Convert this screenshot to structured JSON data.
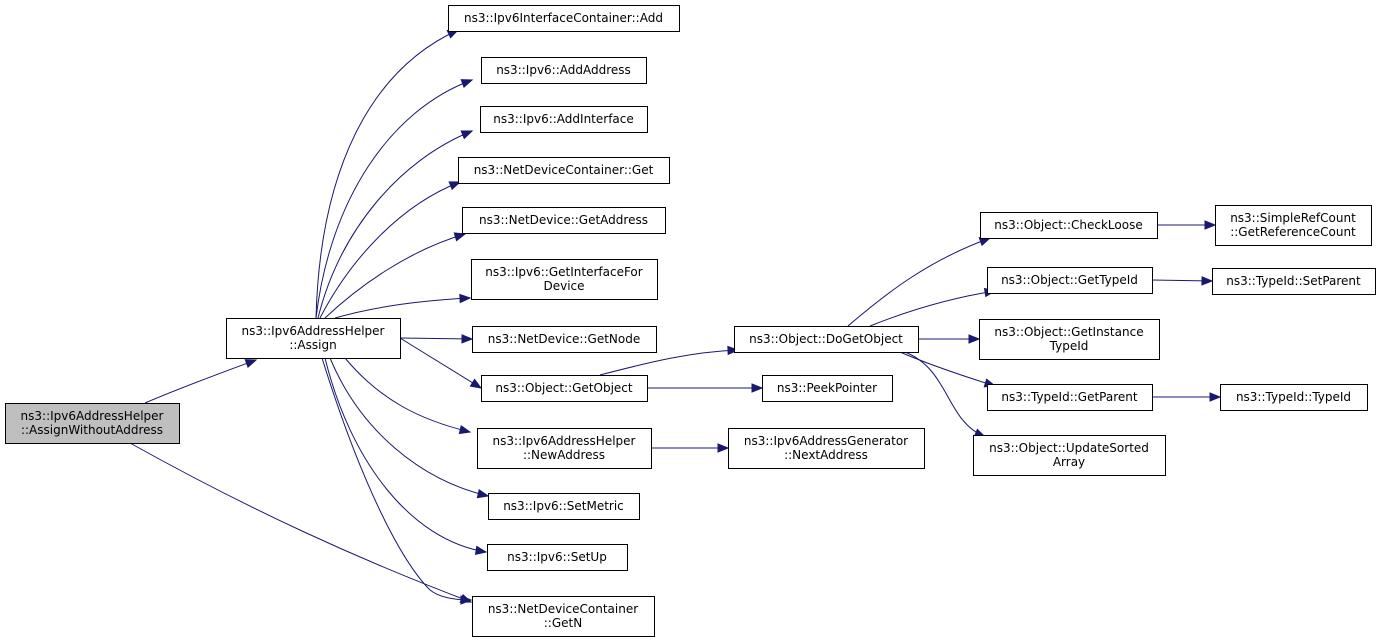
{
  "nodes": {
    "assign_without_address": [
      "ns3::Ipv6AddressHelper",
      "::AssignWithoutAddress"
    ],
    "assign": [
      "ns3::Ipv6AddressHelper",
      "::Assign"
    ],
    "ipv6_interface_container_add": [
      "ns3::Ipv6InterfaceContainer::Add"
    ],
    "ipv6_add_address": [
      "ns3::Ipv6::AddAddress"
    ],
    "ipv6_add_interface": [
      "ns3::Ipv6::AddInterface"
    ],
    "net_device_container_get": [
      "ns3::NetDeviceContainer::Get"
    ],
    "net_device_get_address": [
      "ns3::NetDevice::GetAddress"
    ],
    "ipv6_get_interface_for_device": [
      "ns3::Ipv6::GetInterfaceFor",
      "Device"
    ],
    "net_device_get_node": [
      "ns3::NetDevice::GetNode"
    ],
    "object_get_object": [
      "ns3::Object::GetObject"
    ],
    "ipv6_address_helper_new_address": [
      "ns3::Ipv6AddressHelper",
      "::NewAddress"
    ],
    "ipv6_set_metric": [
      "ns3::Ipv6::SetMetric"
    ],
    "ipv6_set_up": [
      "ns3::Ipv6::SetUp"
    ],
    "net_device_container_get_n": [
      "ns3::NetDeviceContainer",
      "::GetN"
    ],
    "object_do_get_object": [
      "ns3::Object::DoGetObject"
    ],
    "peek_pointer": [
      "ns3::PeekPointer"
    ],
    "ipv6_address_generator_next_address": [
      "ns3::Ipv6AddressGenerator",
      "::NextAddress"
    ],
    "object_check_loose": [
      "ns3::Object::CheckLoose"
    ],
    "object_get_type_id": [
      "ns3::Object::GetTypeId"
    ],
    "object_get_instance_type_id": [
      "ns3::Object::GetInstance",
      "TypeId"
    ],
    "type_id_get_parent": [
      "ns3::TypeId::GetParent"
    ],
    "object_update_sorted_array": [
      "ns3::Object::UpdateSorted",
      "Array"
    ],
    "simple_ref_count_get_reference_count": [
      "ns3::SimpleRefCount",
      "::GetReferenceCount"
    ],
    "type_id_set_parent": [
      "ns3::TypeId::SetParent"
    ],
    "type_id_type_id": [
      "ns3::TypeId::TypeId"
    ]
  },
  "edges": [
    [
      "assign_without_address",
      "assign"
    ],
    [
      "assign_without_address",
      "net_device_container_get_n"
    ],
    [
      "assign",
      "ipv6_interface_container_add"
    ],
    [
      "assign",
      "ipv6_add_address"
    ],
    [
      "assign",
      "ipv6_add_interface"
    ],
    [
      "assign",
      "net_device_container_get"
    ],
    [
      "assign",
      "net_device_get_address"
    ],
    [
      "assign",
      "ipv6_get_interface_for_device"
    ],
    [
      "assign",
      "net_device_get_node"
    ],
    [
      "assign",
      "object_get_object"
    ],
    [
      "assign",
      "ipv6_address_helper_new_address"
    ],
    [
      "assign",
      "ipv6_set_metric"
    ],
    [
      "assign",
      "ipv6_set_up"
    ],
    [
      "assign",
      "net_device_container_get_n"
    ],
    [
      "object_get_object",
      "object_do_get_object"
    ],
    [
      "object_get_object",
      "peek_pointer"
    ],
    [
      "ipv6_address_helper_new_address",
      "ipv6_address_generator_next_address"
    ],
    [
      "object_do_get_object",
      "object_check_loose"
    ],
    [
      "object_do_get_object",
      "object_get_type_id"
    ],
    [
      "object_do_get_object",
      "object_get_instance_type_id"
    ],
    [
      "object_do_get_object",
      "type_id_get_parent"
    ],
    [
      "object_do_get_object",
      "object_update_sorted_array"
    ],
    [
      "object_check_loose",
      "simple_ref_count_get_reference_count"
    ],
    [
      "object_get_type_id",
      "type_id_set_parent"
    ],
    [
      "type_id_get_parent",
      "type_id_type_id"
    ]
  ],
  "colors": {
    "edge": "#191970",
    "root_fill": "#bfbfbf",
    "node_fill": "#ffffff",
    "node_border": "#000000"
  }
}
